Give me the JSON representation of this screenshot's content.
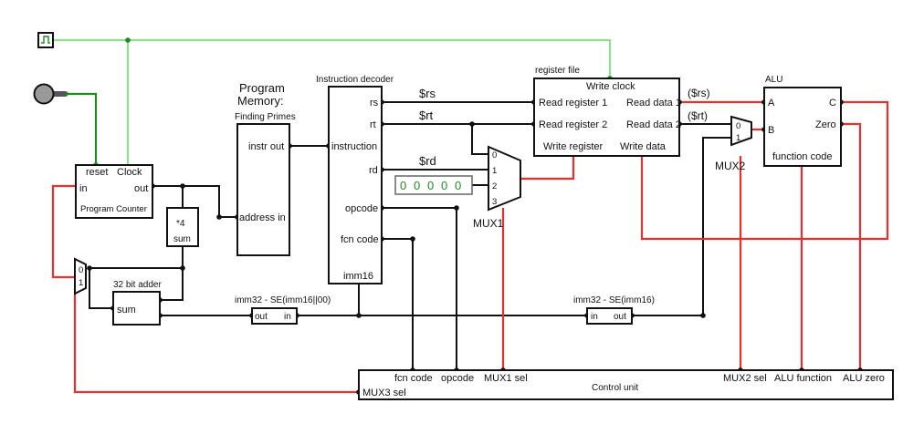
{
  "clock": {
    "waveform_icon": "square-wave-icon"
  },
  "input": {
    "button_icon": "push-button-icon"
  },
  "program_counter": {
    "title": "Program Counter",
    "reset": "reset",
    "clock": "Clock",
    "in": "in",
    "out": "out"
  },
  "times4": {
    "label": "*4",
    "sum": "sum"
  },
  "adder": {
    "title": "32 bit adder",
    "sum": "sum"
  },
  "program_memory": {
    "title_line1": "Program",
    "title_line2": "Memory:",
    "subtitle": "Finding Primes",
    "instr_out": "instr out",
    "address_in": "address in"
  },
  "decoder": {
    "title": "Instruction decoder",
    "rs": "rs",
    "rt": "rt",
    "instruction": "instruction",
    "rd": "rd",
    "opcode": "opcode",
    "fcn_code": "fcn code",
    "imm16": "imm16"
  },
  "signals": {
    "rs": "$rs",
    "rt": "$rt",
    "rd": "$rd"
  },
  "const_zero": {
    "digits": [
      "0",
      "0",
      "0",
      "0",
      "0"
    ]
  },
  "mux1": {
    "name": "MUX1",
    "in0": "0",
    "in1": "1",
    "in2": "2",
    "in3": "3"
  },
  "mux2": {
    "name": "MUX2",
    "in0": "0",
    "in1": "1"
  },
  "mux3": {
    "in0": "0",
    "in1": "1"
  },
  "register_file": {
    "title": "register file",
    "write_clock": "Write clock",
    "read_register_1": "Read register 1",
    "read_register_2": "Read register 2",
    "write_register": "Write register",
    "read_data_1": "Read data 1",
    "read_data_2": "Read data 2",
    "write_data": "Write data",
    "out1_label": "($rs)",
    "out2_label": "($rt)"
  },
  "alu": {
    "title": "ALU",
    "a": "A",
    "b": "B",
    "c": "C",
    "zero": "Zero",
    "function_code": "function code"
  },
  "shift_left": {
    "label": "imm32 - SE(imm16||00)",
    "out": "out",
    "in": "in"
  },
  "sign_extend": {
    "label": "imm32 - SE(imm16)",
    "in": "in",
    "out": "out"
  },
  "control_unit": {
    "title": "Control unit",
    "fcn_code": "fcn code",
    "opcode": "opcode",
    "mux1_sel": "MUX1 sel",
    "mux2_sel": "MUX2 sel",
    "alu_function": "ALU function",
    "alu_zero": "ALU zero",
    "mux3_sel": "MUX3 sel"
  },
  "colors": {
    "wire_black": "#111111",
    "wire_red": "#e53030",
    "wire_clock": "#8ee08e",
    "wire_green": "#1f8a1f",
    "button_gray": "#9a9a9a"
  }
}
